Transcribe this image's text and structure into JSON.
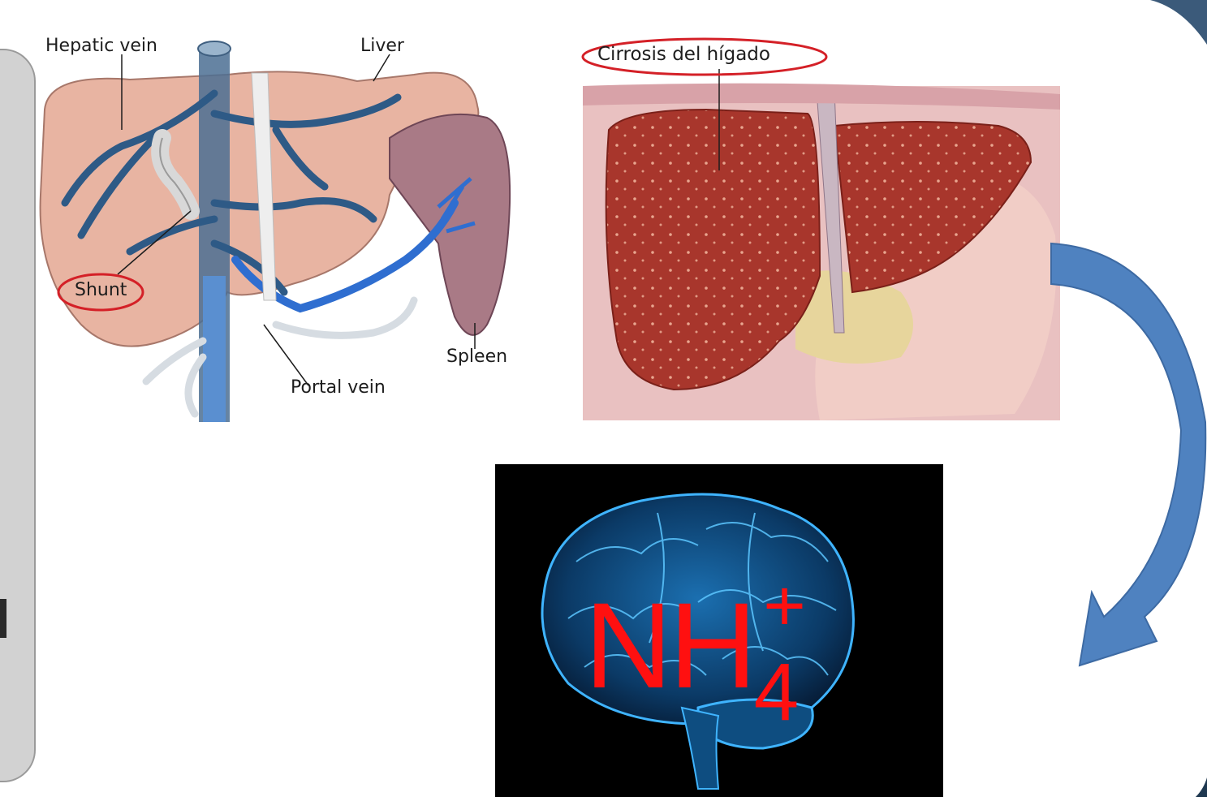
{
  "liver_diagram": {
    "labels": {
      "hepatic_vein": "Hepatic vein",
      "liver": "Liver",
      "shunt": "Shunt",
      "spleen": "Spleen",
      "portal_vein": "Portal vein"
    }
  },
  "cirrhosis_image": {
    "caption": "Cirrosis del hígado"
  },
  "brain_image": {
    "formula": {
      "main": "NH",
      "subscript": "4",
      "superscript": "+"
    }
  },
  "colors": {
    "arrow": "#4f82c0",
    "highlight_circle": "#d42027",
    "formula_text": "#ff1010",
    "vein": "#2e5a86",
    "liver_tissue": "#e8b4a2",
    "cirrhotic_liver": "#a8362c"
  },
  "icons": {
    "arrow": "curved-arrow-icon"
  }
}
